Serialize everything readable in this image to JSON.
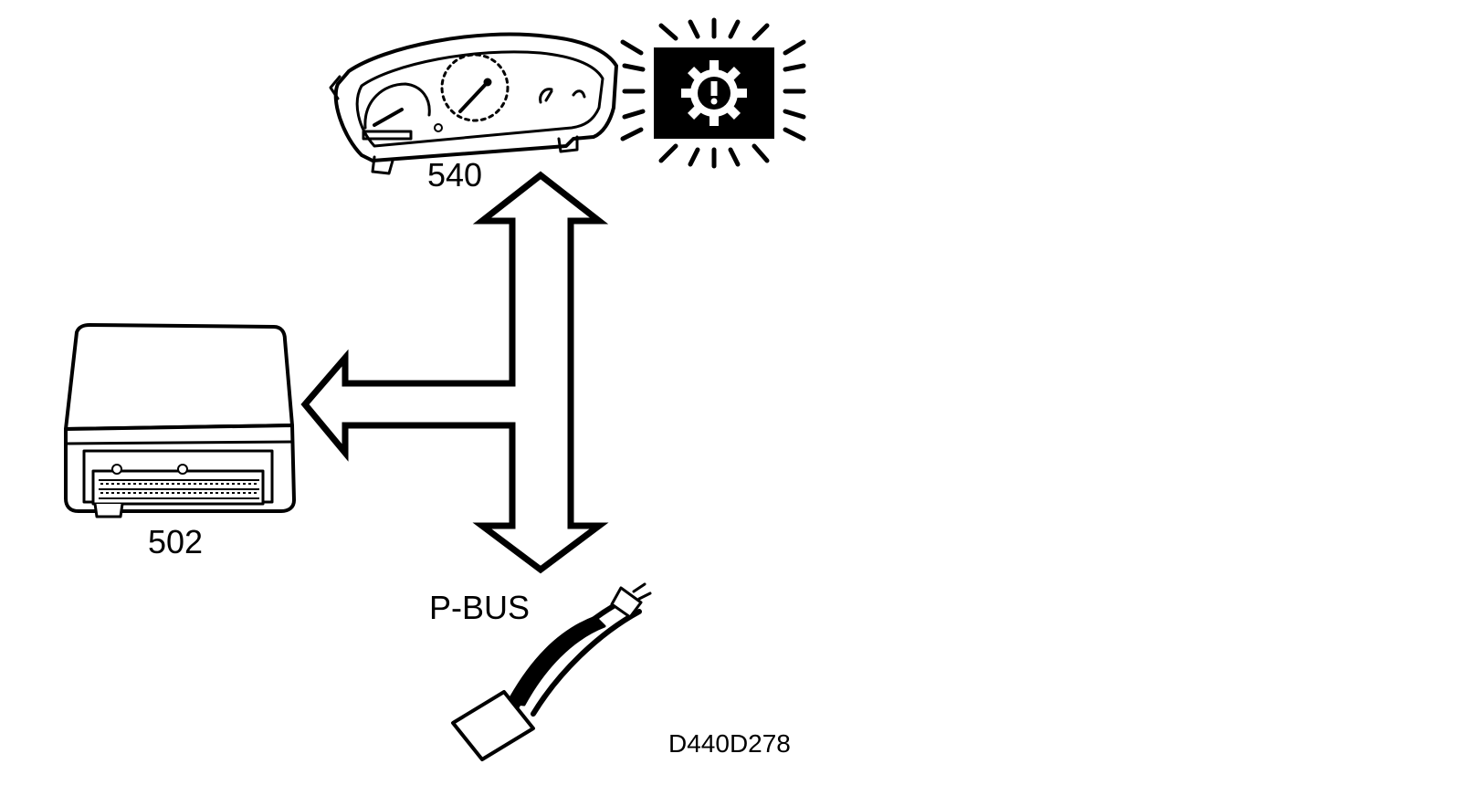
{
  "labels": {
    "instrument_cluster": "540",
    "control_module": "502",
    "bus": "P-BUS",
    "figure_code": "D440D278"
  },
  "icons": {
    "warning": "check-engine-gear-icon",
    "cluster": "instrument-cluster-icon",
    "module": "control-module-icon",
    "connector": "diagnostic-connector-icon"
  },
  "colors": {
    "ink": "#000000",
    "paper": "#ffffff"
  }
}
